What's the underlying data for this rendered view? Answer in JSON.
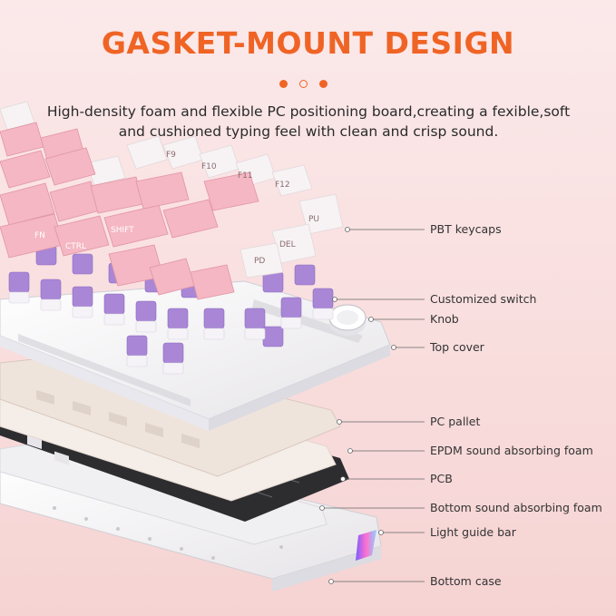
{
  "header": {
    "title": "GASKET-MOUNT DESIGN",
    "subtitle": "High-density foam and flexible PC positioning board,creating a fexible,soft and cushioned typing feel with clean and crisp sound."
  },
  "carousel": {
    "dot_count": 3,
    "active_index": 1
  },
  "keycap_legends": [
    "F9",
    "F10",
    "F11",
    "F12",
    "FN",
    "CTRL",
    "SHIFT",
    "PU",
    "PD",
    "DEL"
  ],
  "layers": [
    {
      "label": "PBT keycaps"
    },
    {
      "label": "Customized switch"
    },
    {
      "label": "Knob"
    },
    {
      "label": "Top cover"
    },
    {
      "label": "PC pallet"
    },
    {
      "label": "EPDM sound absorbing foam"
    },
    {
      "label": "PCB"
    },
    {
      "label": "Bottom sound absorbing foam"
    },
    {
      "label": "Light guide bar"
    },
    {
      "label": "Bottom case"
    }
  ],
  "colors": {
    "accent": "#ef6425",
    "keycap_pink": "#f4b7c3",
    "keycap_white": "#f7f3f4",
    "switch_purple": "#a987d6",
    "case_white": "#f4f4f6",
    "pcb_black": "#2c2c2e",
    "pallet_cream": "#f1e6df"
  }
}
